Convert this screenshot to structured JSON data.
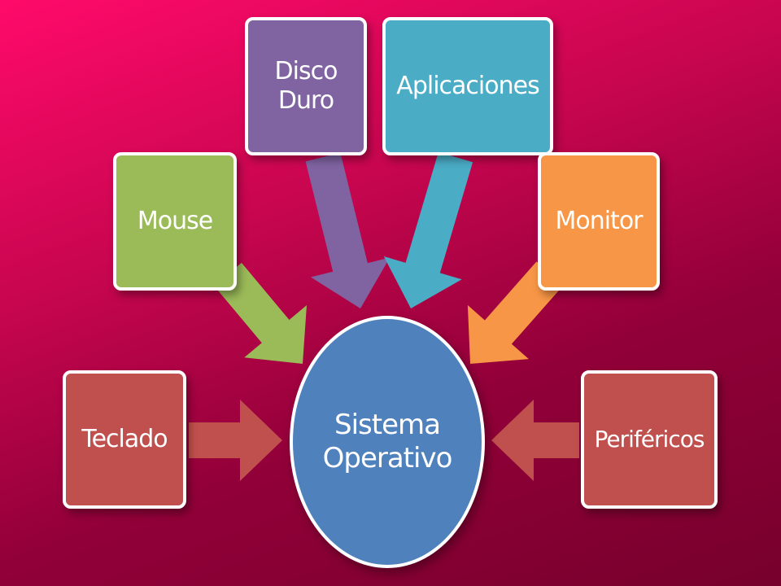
{
  "diagram": {
    "center": {
      "label": "Sistema\nOperativo",
      "color": "#4f81bd"
    },
    "nodes": [
      {
        "id": "teclado",
        "label": "Teclado",
        "color": "#c0504d"
      },
      {
        "id": "mouse",
        "label": "Mouse",
        "color": "#9bbb59"
      },
      {
        "id": "disco",
        "label": "Disco\nDuro",
        "color": "#8064a2"
      },
      {
        "id": "aplicaciones",
        "label": "Aplicaciones",
        "color": "#4bacc6"
      },
      {
        "id": "monitor",
        "label": "Monitor",
        "color": "#f79646"
      },
      {
        "id": "perifericos",
        "label": "Periféricos",
        "color": "#c0504d"
      }
    ],
    "edges": [
      {
        "from": "teclado",
        "to": "center",
        "color": "#c0504d"
      },
      {
        "from": "mouse",
        "to": "center",
        "color": "#9bbb59"
      },
      {
        "from": "disco",
        "to": "center",
        "color": "#8064a2"
      },
      {
        "from": "aplicaciones",
        "to": "center",
        "color": "#4bacc6"
      },
      {
        "from": "monitor",
        "to": "center",
        "color": "#f79646"
      },
      {
        "from": "perifericos",
        "to": "center",
        "color": "#c0504d"
      }
    ]
  }
}
